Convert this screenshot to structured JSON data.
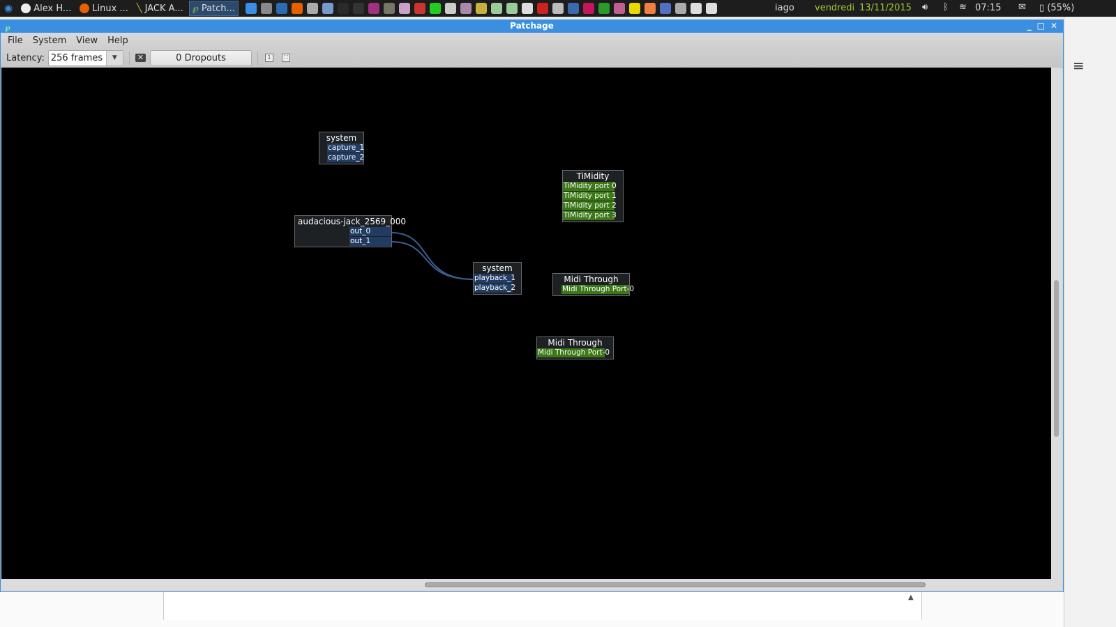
{
  "taskbar": {
    "tasks": [
      {
        "label": "Alex H...",
        "color": "#f0f0f0"
      },
      {
        "label": "Linux ...",
        "color": "#e66000"
      },
      {
        "label": "JACK A...",
        "color": "#c8b040"
      },
      {
        "label": "Patch...",
        "color": "#8fd34f"
      }
    ],
    "tray_colors": [
      "#3a8ee6",
      "#888",
      "#2b6cb0",
      "#e66000",
      "#aaa",
      "#7799cc",
      "#2a2a2a",
      "#333",
      "#a03080",
      "#776",
      "#c8a0c8",
      "#c33",
      "#2c2",
      "#ccc",
      "#a8a",
      "#c8b040",
      "#9c9",
      "#9c9",
      "#ddd",
      "#c22",
      "#bbb",
      "#3a6ab0",
      "#c2185b",
      "#2a9a2a",
      "#c06090",
      "#e8d800",
      "#f08040",
      "#5070c0",
      "#aaa",
      "#ddd",
      "#ddd"
    ],
    "user": "iago",
    "day": "vendredi",
    "date": "13/11/2015",
    "time": "07:15",
    "battery": "(55%)"
  },
  "window": {
    "title": "Patchage",
    "menu": [
      "File",
      "System",
      "View",
      "Help"
    ],
    "toolbar": {
      "latency_label": "Latency:",
      "latency_value": "256 frames",
      "dropouts": "0 Dropouts"
    }
  },
  "canvas": {
    "nodes": [
      {
        "title": "system",
        "ports": [
          "capture_1",
          "capture_2"
        ],
        "kind": "audio"
      },
      {
        "title": "audacious-jack_2569_000",
        "ports": [
          "out_0",
          "out_1"
        ],
        "kind": "audio"
      },
      {
        "title": "system",
        "ports": [
          "playback_1",
          "playback_2"
        ],
        "kind": "audio"
      },
      {
        "title": "TiMidity",
        "ports": [
          "TiMidity port 0",
          "TiMidity port 1",
          "TiMidity port 2",
          "TiMidity port 3"
        ],
        "kind": "midi"
      },
      {
        "title": "Midi Through",
        "ports": [
          "Midi Through Port-0"
        ],
        "kind": "midi"
      },
      {
        "title": "Midi Through",
        "ports": [
          "Midi Through Port-0"
        ],
        "kind": "midi"
      }
    ],
    "connections": [
      {
        "from": "audacious-jack_2569_000:out_0",
        "to": "system:playback_1"
      },
      {
        "from": "audacious-jack_2569_000:out_1",
        "to": "system:playback_1"
      }
    ],
    "colors": {
      "audio_port": "#213c63",
      "midi_port": "#3c7817",
      "wire": "#3a5f94"
    }
  }
}
